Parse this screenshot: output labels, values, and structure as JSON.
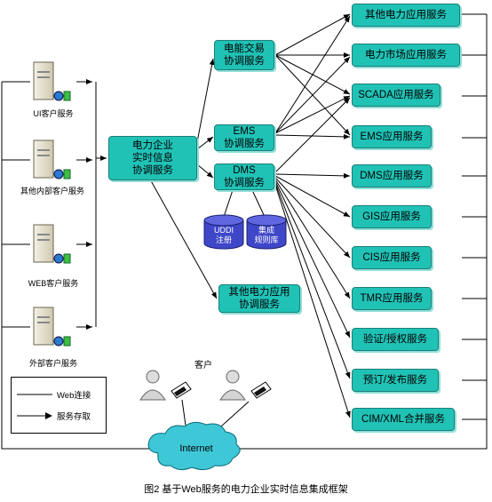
{
  "clients": [
    "UI客户服务",
    "其他内部客户服务",
    "WEB客户服务",
    "外部客户服务"
  ],
  "hub": {
    "line1": "电力企业",
    "line2": "实时信息",
    "line3": "协调服务"
  },
  "coord": [
    {
      "line1": "电能交易",
      "line2": "协调服务"
    },
    {
      "line1": "EMS",
      "line2": "协调服务"
    },
    {
      "line1": "DMS",
      "line2": "协调服务"
    },
    {
      "line1": "其他电力应用",
      "line2": "协调服务"
    }
  ],
  "databases": [
    {
      "line1": "UDDI",
      "line2": "注册"
    },
    {
      "line1": "集成",
      "line2": "规则库"
    }
  ],
  "services": [
    "其他电力应用服务",
    "电力市场应用服务",
    "SCADA应用服务",
    "EMS应用服务",
    "DMS应用服务",
    "GIS应用服务",
    "CIS应用服务",
    "TMR应用服务",
    "验证/授权服务",
    "预订/发布服务",
    "CIM/XML合并服务"
  ],
  "customer_label": "客户",
  "cloud_label": "Internet",
  "legend": {
    "web_link": "Web连接",
    "service_access": "服务存取"
  },
  "caption": "图2 基于Web服务的电力企业实时信息集成框架",
  "colors": {
    "box_fill": "#21c2b6",
    "cloud_fill": "#3ec7d6",
    "db_fill": "#3f47c9"
  }
}
